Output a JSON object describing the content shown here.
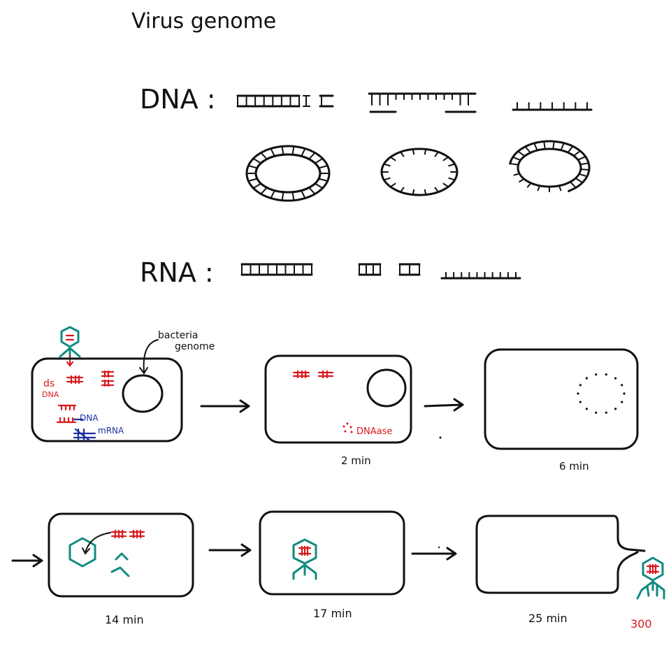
{
  "title": "Virus genome",
  "genome": {
    "dna_label": "DNA :",
    "rna_label": "RNA :"
  },
  "infection": {
    "cell1": {
      "bacteria_genome_line1": "bacteria",
      "bacteria_genome_line2": "genome",
      "ds": "ds",
      "dna": "DNA",
      "dna2": "DNA",
      "mrna": "mRNA"
    },
    "cell2": {
      "dnaase": "DNAase",
      "time": "2 min"
    },
    "cell3": {
      "time": "6 min"
    },
    "cell4": {
      "time": "14 min"
    },
    "cell5": {
      "time": "17 min"
    },
    "cell6": {
      "time": "25 min",
      "count": "300"
    }
  },
  "colors": {
    "ink": "#111111",
    "red": "#d8191c",
    "teal": "#118a80",
    "blue": "#1a2fa0"
  }
}
